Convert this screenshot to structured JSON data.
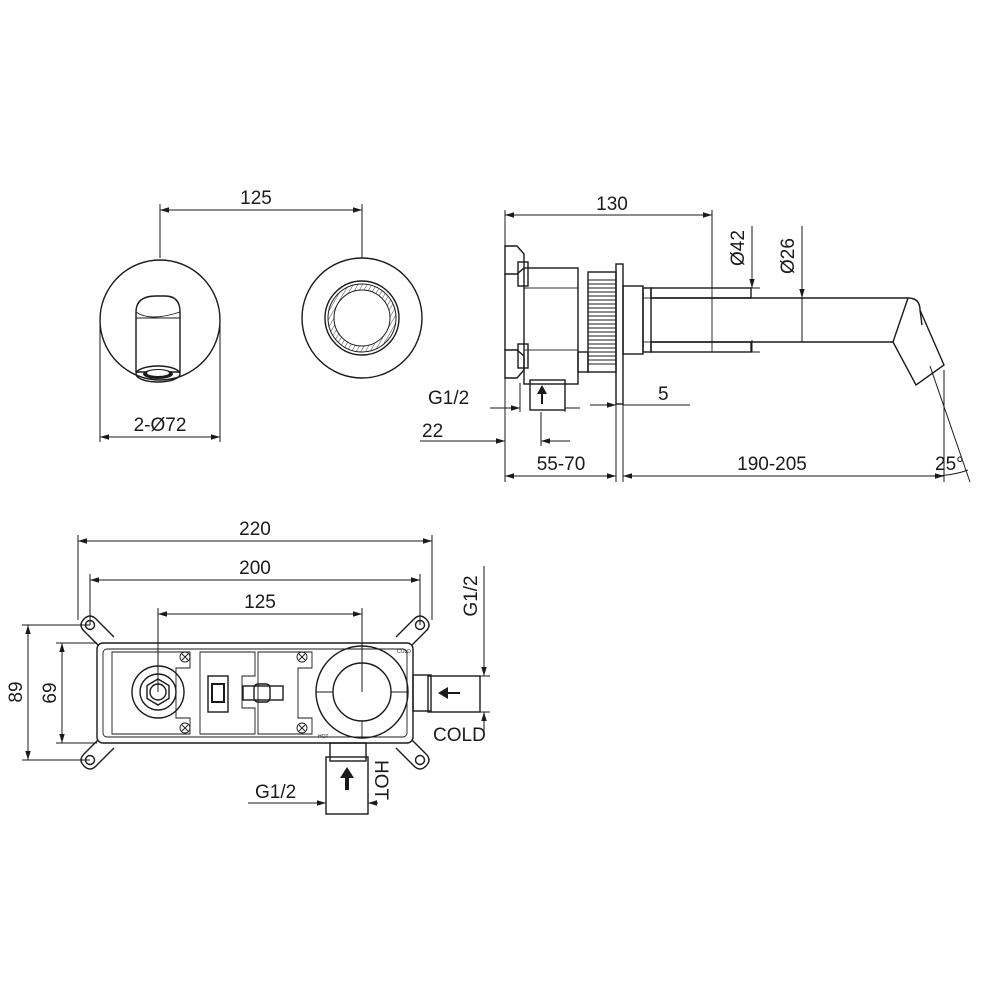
{
  "front_view": {
    "dim_spacing": "125",
    "dim_plate": "2-Ø72"
  },
  "side_view": {
    "dim_total_depth": "130",
    "dim_plate_dia": "Ø42",
    "dim_spout_dia": "Ø26",
    "dim_thread": "G1/2",
    "dim_plate_thickness": "5",
    "dim_inlet_offset": "22",
    "dim_wall_depth": "55-70",
    "dim_spout_reach": "190-205",
    "dim_angle": "25°"
  },
  "body_view": {
    "dim_overall_width": "220",
    "dim_mount_width": "200",
    "dim_spacing": "125",
    "dim_height_outer": "89",
    "dim_height_inner": "69",
    "dim_cold_thread": "G1/2",
    "cold_label": "COLD",
    "hot_label": "HOT",
    "dim_hot_thread": "G1/2",
    "cold_marking": "COLD",
    "hot_marking": "HOT"
  }
}
